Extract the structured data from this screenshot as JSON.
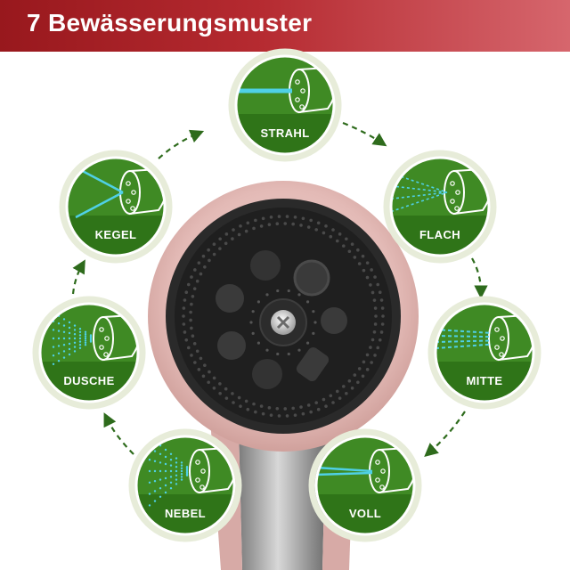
{
  "banner": {
    "title": "7 Bewässerungsmuster"
  },
  "patterns": [
    {
      "label": "STRAHL"
    },
    {
      "label": "FLACH"
    },
    {
      "label": "MITTE"
    },
    {
      "label": "VOLL"
    },
    {
      "label": "NEBEL"
    },
    {
      "label": "DUSCHE"
    },
    {
      "label": "KEGEL"
    }
  ],
  "colors": {
    "banner": "#b52a30",
    "badge_green": "#3f8a24",
    "badge_ring": "#e7ecd9",
    "water": "#4fd0e6",
    "nozzle_body": "#e6c0bd",
    "arrows": "#2e6b1c"
  }
}
